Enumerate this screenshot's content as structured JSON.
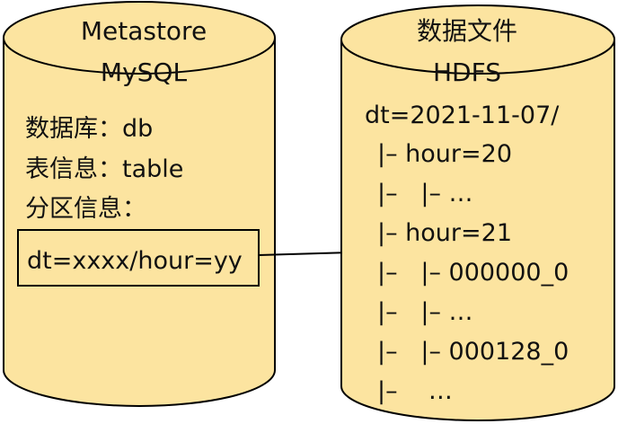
{
  "colors": {
    "fill": "#FCE4A0",
    "stroke": "#000000",
    "text": "#111111",
    "background": "#FFFFFF"
  },
  "left_store": {
    "title_line1": "Metastore",
    "title_line2": "MySQL",
    "db_line": "数据库：db",
    "table_line": "表信息：table",
    "partition_label": "分区信息：",
    "partition_value": "dt=xxxx/hour=yy"
  },
  "right_store": {
    "title_line1": "数据文件",
    "title_line2": "HDFS",
    "lines": [
      "dt=2021-11-07/",
      "|– hour=20",
      "|–   |– …",
      "|– hour=21",
      "|–   |– 000000_0",
      "|–   |– …",
      "|–   |– 000128_0",
      "|–    …"
    ]
  },
  "connector": {
    "icon": "arrow-right-icon"
  }
}
